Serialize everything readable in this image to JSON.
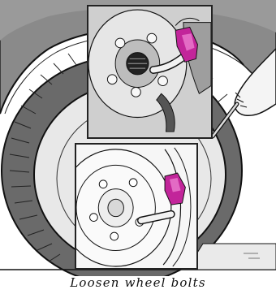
{
  "caption": "Loosen wheel bolts",
  "figure_code": "",
  "colors": {
    "accent": "#c2259a",
    "ink": "#1a1a1a",
    "fender": "#7a7a7a",
    "tire": "#5a5a5a"
  },
  "icons": {
    "main": "car-wheel-illustration",
    "detail_top": "wheel-bolt-detail",
    "detail_bottom": "wheel-bolt-detail"
  }
}
